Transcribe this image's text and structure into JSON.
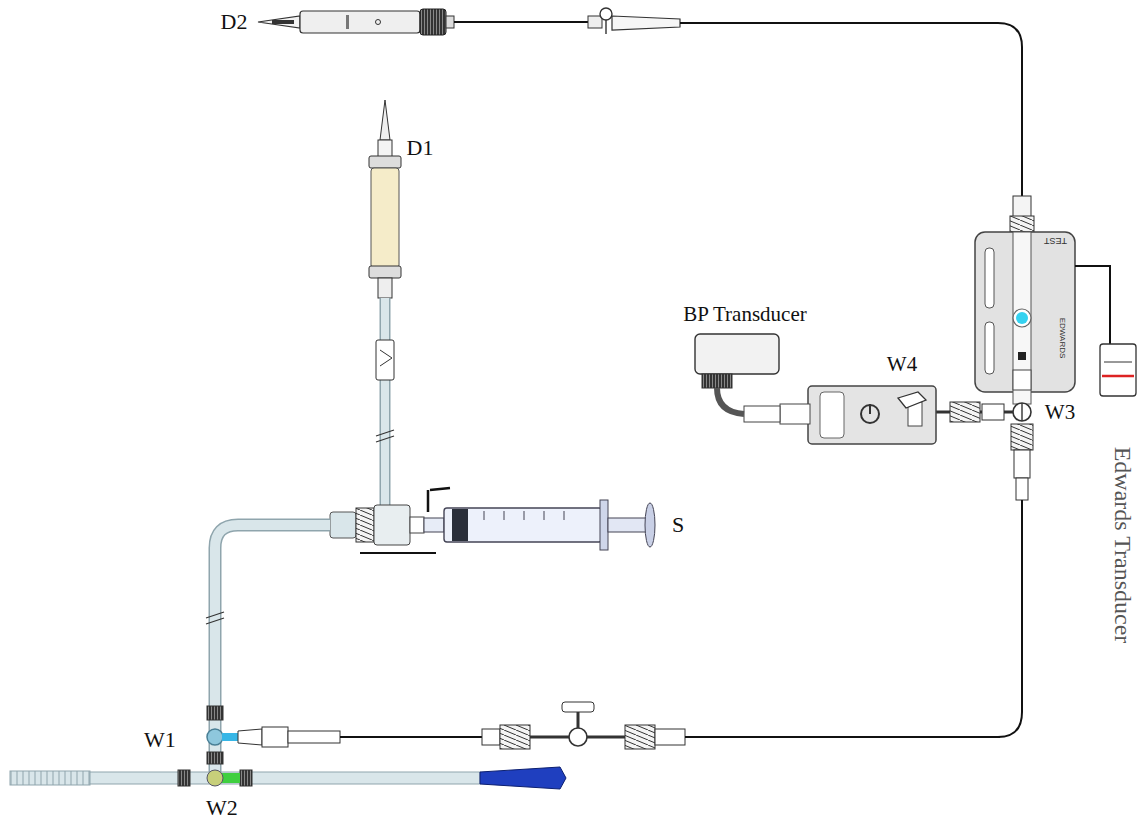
{
  "diagram": {
    "labels": [
      "D2",
      "D1",
      "BP Transducer",
      "W4",
      "W3",
      "Edwards Transducer",
      "S",
      "W1",
      "W2",
      "TEST",
      "EDWARDS"
    ]
  }
}
